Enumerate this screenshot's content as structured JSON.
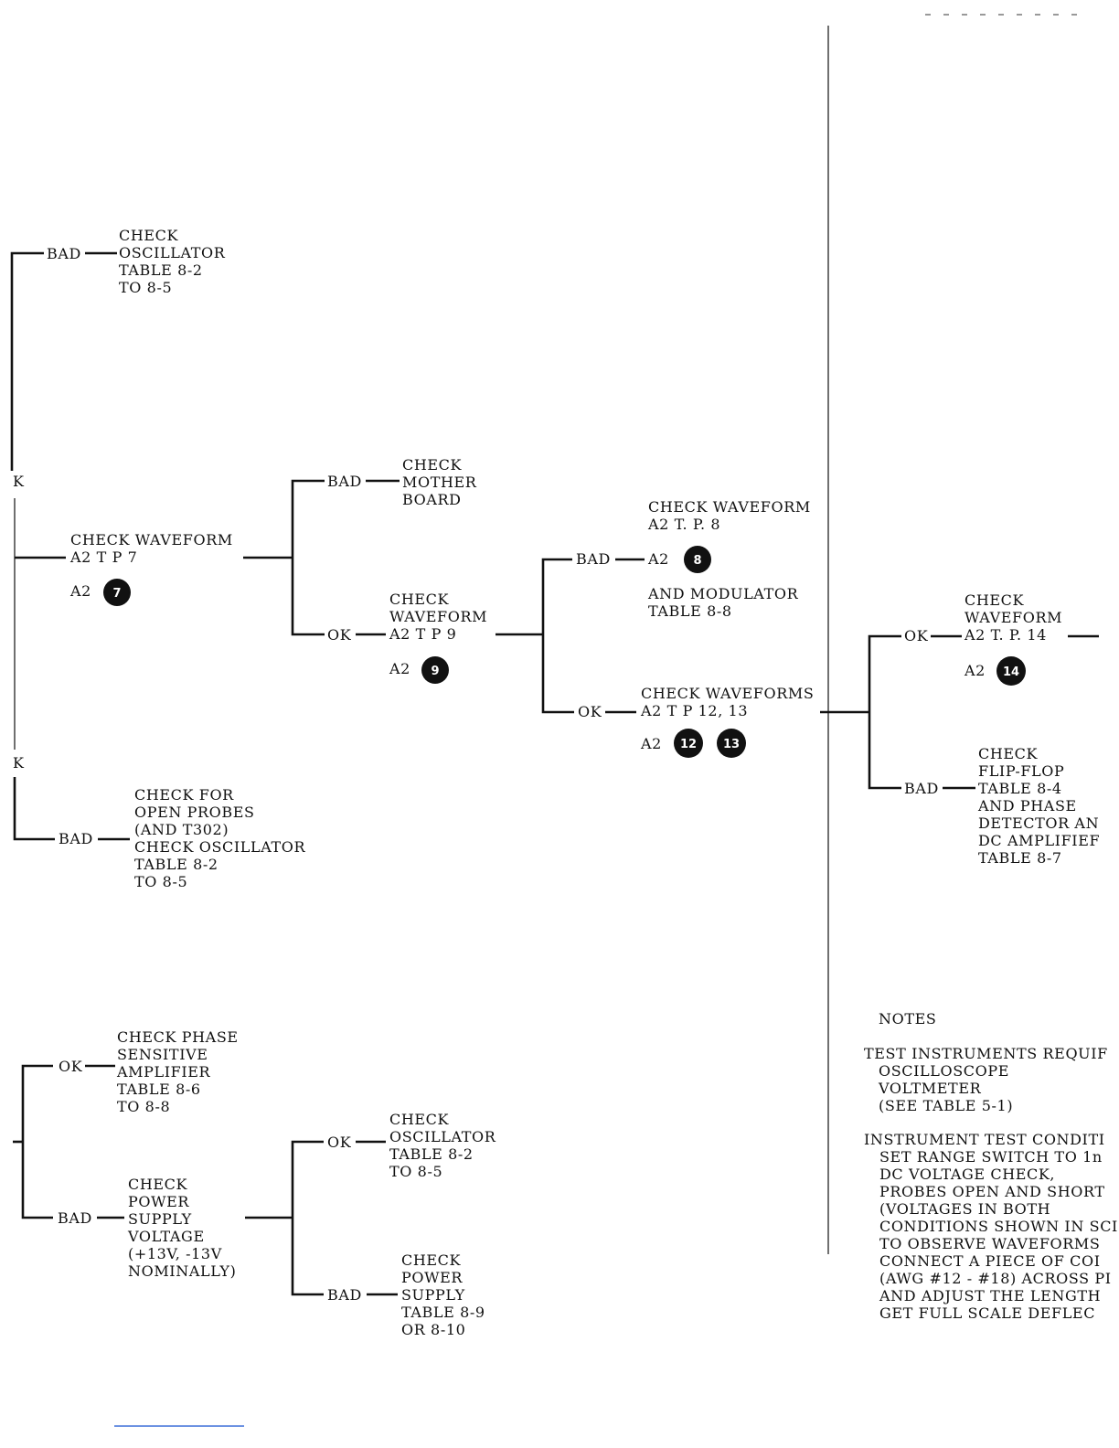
{
  "labels": {
    "ok": "OK",
    "bad": "BAD",
    "a2": "A2",
    "edge_k_top": "K",
    "edge_k_bottom": "K",
    "notes_title": "NOTES"
  },
  "boxes": {
    "osc_top": [
      "CHECK",
      "OSCILLATOR",
      "TABLE 8-2",
      "TO 8-5"
    ],
    "waveform_tp7": [
      "CHECK WAVEFORM",
      "A2 T P 7"
    ],
    "mother_board": [
      "CHECK",
      "MOTHER",
      "BOARD"
    ],
    "waveform_tp9": [
      "CHECK",
      "WAVEFORM",
      "A2 T P 9"
    ],
    "waveform_tp8": [
      "CHECK WAVEFORM",
      "A2 T. P. 8"
    ],
    "modulator": [
      "AND MODULATOR",
      "TABLE 8-8"
    ],
    "waveforms_tp12_13": [
      "CHECK WAVEFORMS",
      "A2 T P 12, 13"
    ],
    "waveform_tp14": [
      "CHECK",
      "WAVEFORM",
      "A2 T. P. 14"
    ],
    "flipflop": [
      "CHECK",
      "FLIP-FLOP",
      "TABLE 8-4",
      "AND PHASE",
      "DETECTOR AN",
      "DC AMPLIFIEF",
      "TABLE 8-7"
    ],
    "open_probes": [
      "CHECK FOR",
      "OPEN PROBES",
      "(AND T302)",
      "CHECK OSCILLATOR",
      "TABLE 8-2",
      "TO 8-5"
    ],
    "phase_sensitive": [
      "CHECK PHASE",
      "SENSITIVE",
      "AMPLIFIER",
      "TABLE 8-6",
      "TO 8-8"
    ],
    "power_supply_voltage": [
      "CHECK",
      "POWER",
      "SUPPLY",
      "VOLTAGE",
      "(+13V, -13V",
      "NOMINALLY)"
    ],
    "osc_bottom": [
      "CHECK",
      "OSCILLATOR",
      "TABLE 8-2",
      "TO 8-5"
    ],
    "power_supply_table": [
      "CHECK",
      "POWER",
      "SUPPLY",
      "TABLE 8-9",
      "OR 8-10"
    ]
  },
  "markers": {
    "tp7": "7",
    "tp8": "8",
    "tp9": "9",
    "tp12": "12",
    "tp13": "13",
    "tp14": "14"
  },
  "notes": {
    "test_instruments": [
      "TEST INSTRUMENTS REQUIF",
      "OSCILLOSCOPE",
      "VOLTMETER",
      "(SEE TABLE 5-1)"
    ],
    "test_conditions": [
      "INSTRUMENT TEST CONDITI",
      "SET RANGE SWITCH TO 1n",
      "DC VOLTAGE CHECK,",
      "PROBES OPEN AND SHORT",
      "(VOLTAGES IN BOTH",
      "CONDITIONS SHOWN IN SCI",
      "TO OBSERVE WAVEFORMS",
      "CONNECT A PIECE OF COI",
      "(AWG #12 - #18) ACROSS PI",
      "AND ADJUST THE LENGTH",
      "GET FULL SCALE DEFLEC"
    ]
  }
}
